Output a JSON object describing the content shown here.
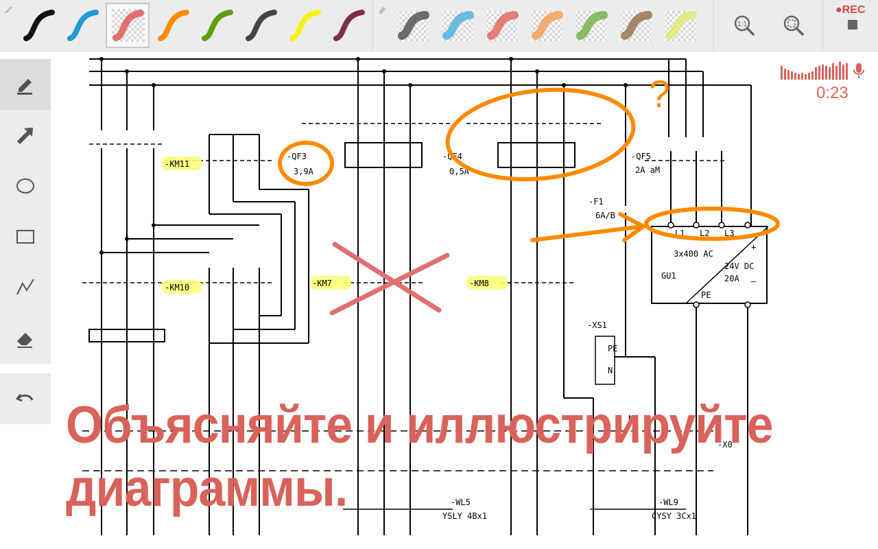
{
  "toolbar": {
    "pen_colors": [
      "#111111",
      "#1e9ad6",
      "#e07070",
      "#ff8a00",
      "#5e9e0a",
      "#444444",
      "#f7f213",
      "#7f2f43"
    ],
    "marker_colors": [
      "#555555",
      "#4fb5dd",
      "#e46a64",
      "#f5a25a",
      "#7bb04e",
      "#9a7450",
      "#e5ea74"
    ],
    "selected_index": 2,
    "pen_icon": "pencil-icon",
    "marker_icon": "highlighter-icon",
    "zoom_reset_icon": "zoom-1to1-icon",
    "zoom_fit_icon": "zoom-fit-icon",
    "zoom_reset_label": "1:1"
  },
  "recording": {
    "rec_label": "●REC",
    "timer": "0:23",
    "accent": "#d9625a"
  },
  "sidebar": {
    "tools": [
      "pencil-icon",
      "arrow-icon",
      "ellipse-icon",
      "rectangle-icon",
      "polyline-icon",
      "eraser-icon"
    ],
    "undo": "undo-icon"
  },
  "diagram": {
    "labels": {
      "km11": "-KM11",
      "km10": "-KM10",
      "km7": "-KM7",
      "km8": "-KM8",
      "qf3": "-QF3",
      "qf3_rating": "3,9A",
      "qf4": "-QF4",
      "qf4_rating": "0,5A",
      "qf5": "-QF5",
      "qf5_rating": "2A aM",
      "f1": "-F1",
      "f1_rating": "6A/B",
      "xs1": "-XS1",
      "gu1": "GU1",
      "gu1_input": "3x400 AC",
      "gu1_output": "24V DC",
      "gu1_current": "20A",
      "wl5": "-WL5",
      "wl5_cable": "YSLY 4Bx1",
      "wl9": "-WL9",
      "wl9_cable": "CYSY 3Cx1",
      "x0": "-X0",
      "pe": "PE",
      "l1": "L1",
      "l2": "L2",
      "l3": "L3",
      "plus": "+",
      "minus": "–",
      "n": "N",
      "pe_short": "PE",
      "n_short": "N"
    },
    "annotation": {
      "question_mark": "?",
      "orange": "#ff8a00",
      "red": "#e07070",
      "yellow": "#f8ff7a"
    }
  },
  "caption": {
    "line1": "Объясняйте и иллюстрируйте",
    "line2": "диаграммы."
  }
}
